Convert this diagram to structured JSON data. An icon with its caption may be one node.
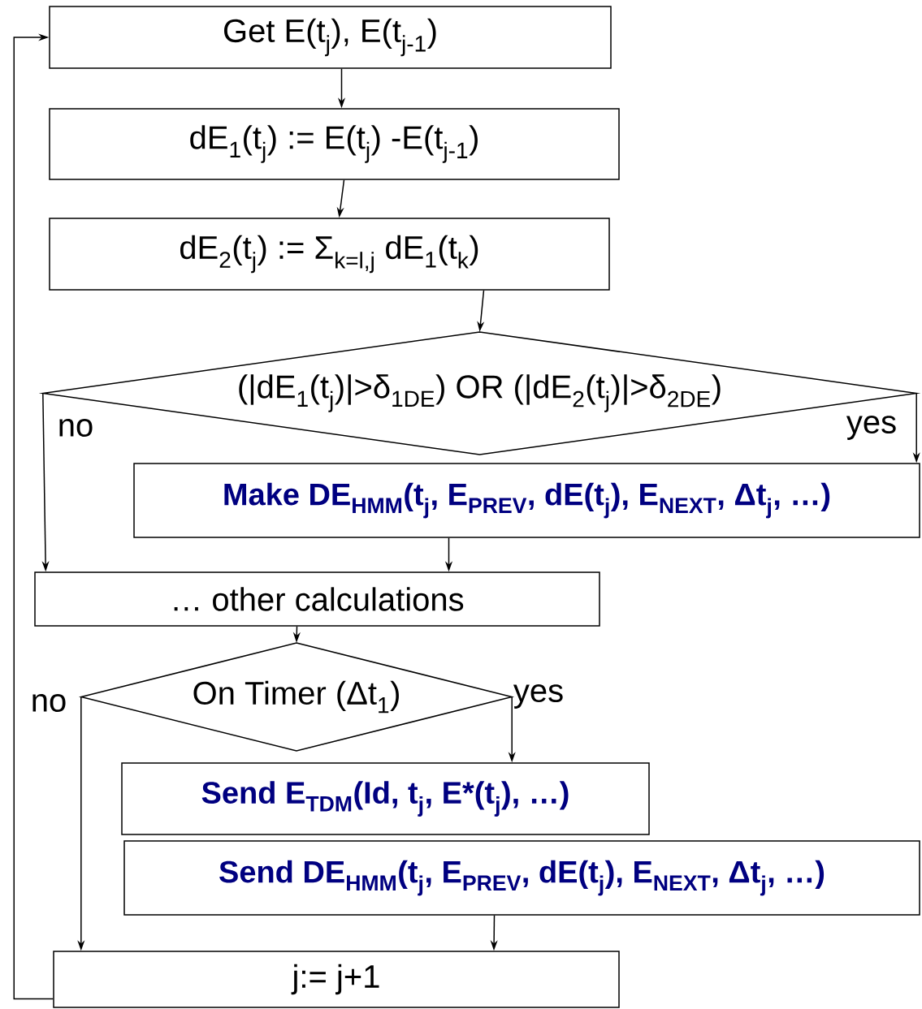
{
  "diagram": {
    "nodes": [
      {
        "text": [
          "Get E(t$_{j}$), E(t$_{j-1}$)"
        ]
      },
      {
        "text": [
          "dE$_{1}$(t$_{j}$) := E(t$_{j}$) -E(t$_{j-1}$)"
        ]
      },
      {
        "text": [
          "dE$_{2}$(t$_{j}$) := Σ$_{k=l,j}$ dE$_{1}$(t$_{k}$)"
        ]
      },
      {
        "text": [
          "(|dE$_{1}$(t$_{j}$)|>δ$_{1DE}$) OR (|dE$_{2}$(t$_{j}$)|>δ$_{2DE}$)"
        ]
      },
      {
        "text": [
          "Make DE$_{HMM}$(t$_{j}$, E$_{PREV}$, dE(t$_{j}$), E$_{NEXT}$, Δt$_{j}$, …)"
        ]
      },
      {
        "text": [
          "… other calculations"
        ]
      },
      {
        "text": [
          "On Timer (Δt$_{1}$)"
        ]
      },
      {
        "text": [
          "Send E$_{TDM}$(Id, t$_{j}$, E*(t$_{j}$), …)"
        ]
      },
      {
        "text": [
          "Send DE$_{HMM}$(t$_{j}$, E$_{PREV}$, dE(t$_{j}$), E$_{NEXT}$, Δt$_{j}$, …)"
        ]
      },
      {
        "text": [
          "j:= j+1"
        ]
      }
    ],
    "edges": [
      {
        "from": 0,
        "to": 1,
        "arrow": "to"
      },
      {
        "from": 1,
        "to": 2,
        "arrow": "to"
      },
      {
        "from": 2,
        "to": 3,
        "arrow": "to"
      },
      {
        "from": 3,
        "to": 4,
        "arrow": "to",
        "label": "yes"
      },
      {
        "from": 3,
        "to": 5,
        "arrow": "to",
        "label": "no"
      },
      {
        "from": 4,
        "to": 5,
        "arrow": "to"
      },
      {
        "from": 5,
        "to": 6,
        "arrow": "to"
      },
      {
        "from": 6,
        "to": 7,
        "arrow": "to",
        "label": "yes"
      },
      {
        "from": 6,
        "to": 9,
        "arrow": "to",
        "label": "no"
      },
      {
        "from": 8,
        "to": 9,
        "arrow": "to"
      },
      {
        "from": 9,
        "to": 0,
        "arrow": "to"
      }
    ]
  }
}
